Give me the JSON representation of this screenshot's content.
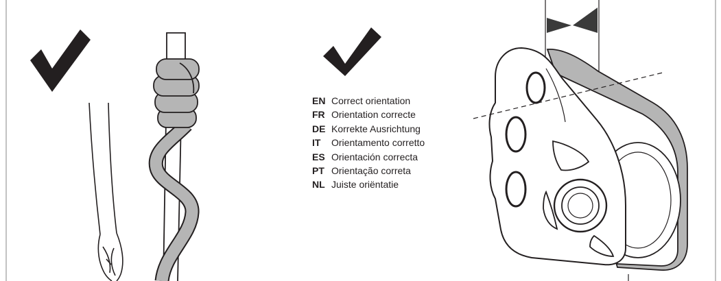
{
  "languages": [
    {
      "code": "EN",
      "text": "Correct orientation"
    },
    {
      "code": "FR",
      "text": "Orientation correcte"
    },
    {
      "code": "DE",
      "text": "Korrekte Ausrichtung"
    },
    {
      "code": "IT",
      "text": "Orientamento corretto"
    },
    {
      "code": "ES",
      "text": "Orientación correcta"
    },
    {
      "code": "PT",
      "text": "Orientação correta"
    },
    {
      "code": "NL",
      "text": "Juiste oriëntatie"
    }
  ],
  "icons": {
    "left_mark": "checkmark-icon",
    "right_mark": "checkmark-icon"
  },
  "colors": {
    "ink": "#231f20",
    "fill_gray": "#b5b5b5",
    "frame": "#9a9a9a"
  }
}
